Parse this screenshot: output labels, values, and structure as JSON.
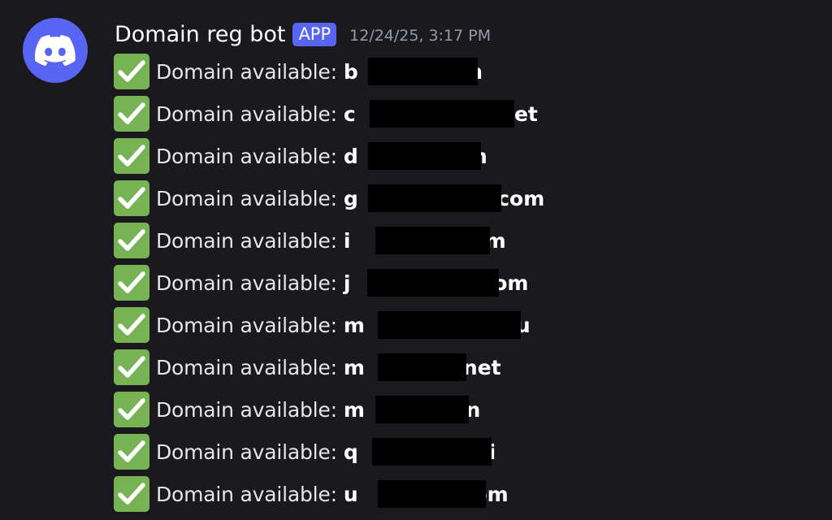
{
  "message": {
    "avatar_icon": "discord-logo-icon",
    "author": "Domain reg bot",
    "badge": "APP",
    "timestamp": "12/24/25, 3:17 PM",
    "accent_color": "#5865f2",
    "check_color": "#77b255",
    "check_icon": "check-mark-button-icon",
    "lines": [
      {
        "label": "Domain available:",
        "domain_start": "b",
        "domain_end": "in"
      },
      {
        "label": "Domain available:",
        "domain_start": "c",
        "domain_end": ".net"
      },
      {
        "label": "Domain available:",
        "domain_start": "d",
        "domain_end": "m"
      },
      {
        "label": "Domain available:",
        "domain_start": "g",
        "domain_end": ".com"
      },
      {
        "label": "Domain available:",
        "domain_start": "i",
        "domain_end": "om"
      },
      {
        "label": "Domain available:",
        "domain_start": "j",
        "domain_end": "com"
      },
      {
        "label": "Domain available:",
        "domain_start": "m",
        "domain_end": "eu"
      },
      {
        "label": "Domain available:",
        "domain_start": "m",
        "domain_end": "net"
      },
      {
        "label": "Domain available:",
        "domain_start": "m",
        "domain_end": "in"
      },
      {
        "label": "Domain available:",
        "domain_start": "q",
        "domain_end": "bi"
      },
      {
        "label": "Domain available:",
        "domain_start": "u",
        "domain_end": "com"
      }
    ]
  }
}
